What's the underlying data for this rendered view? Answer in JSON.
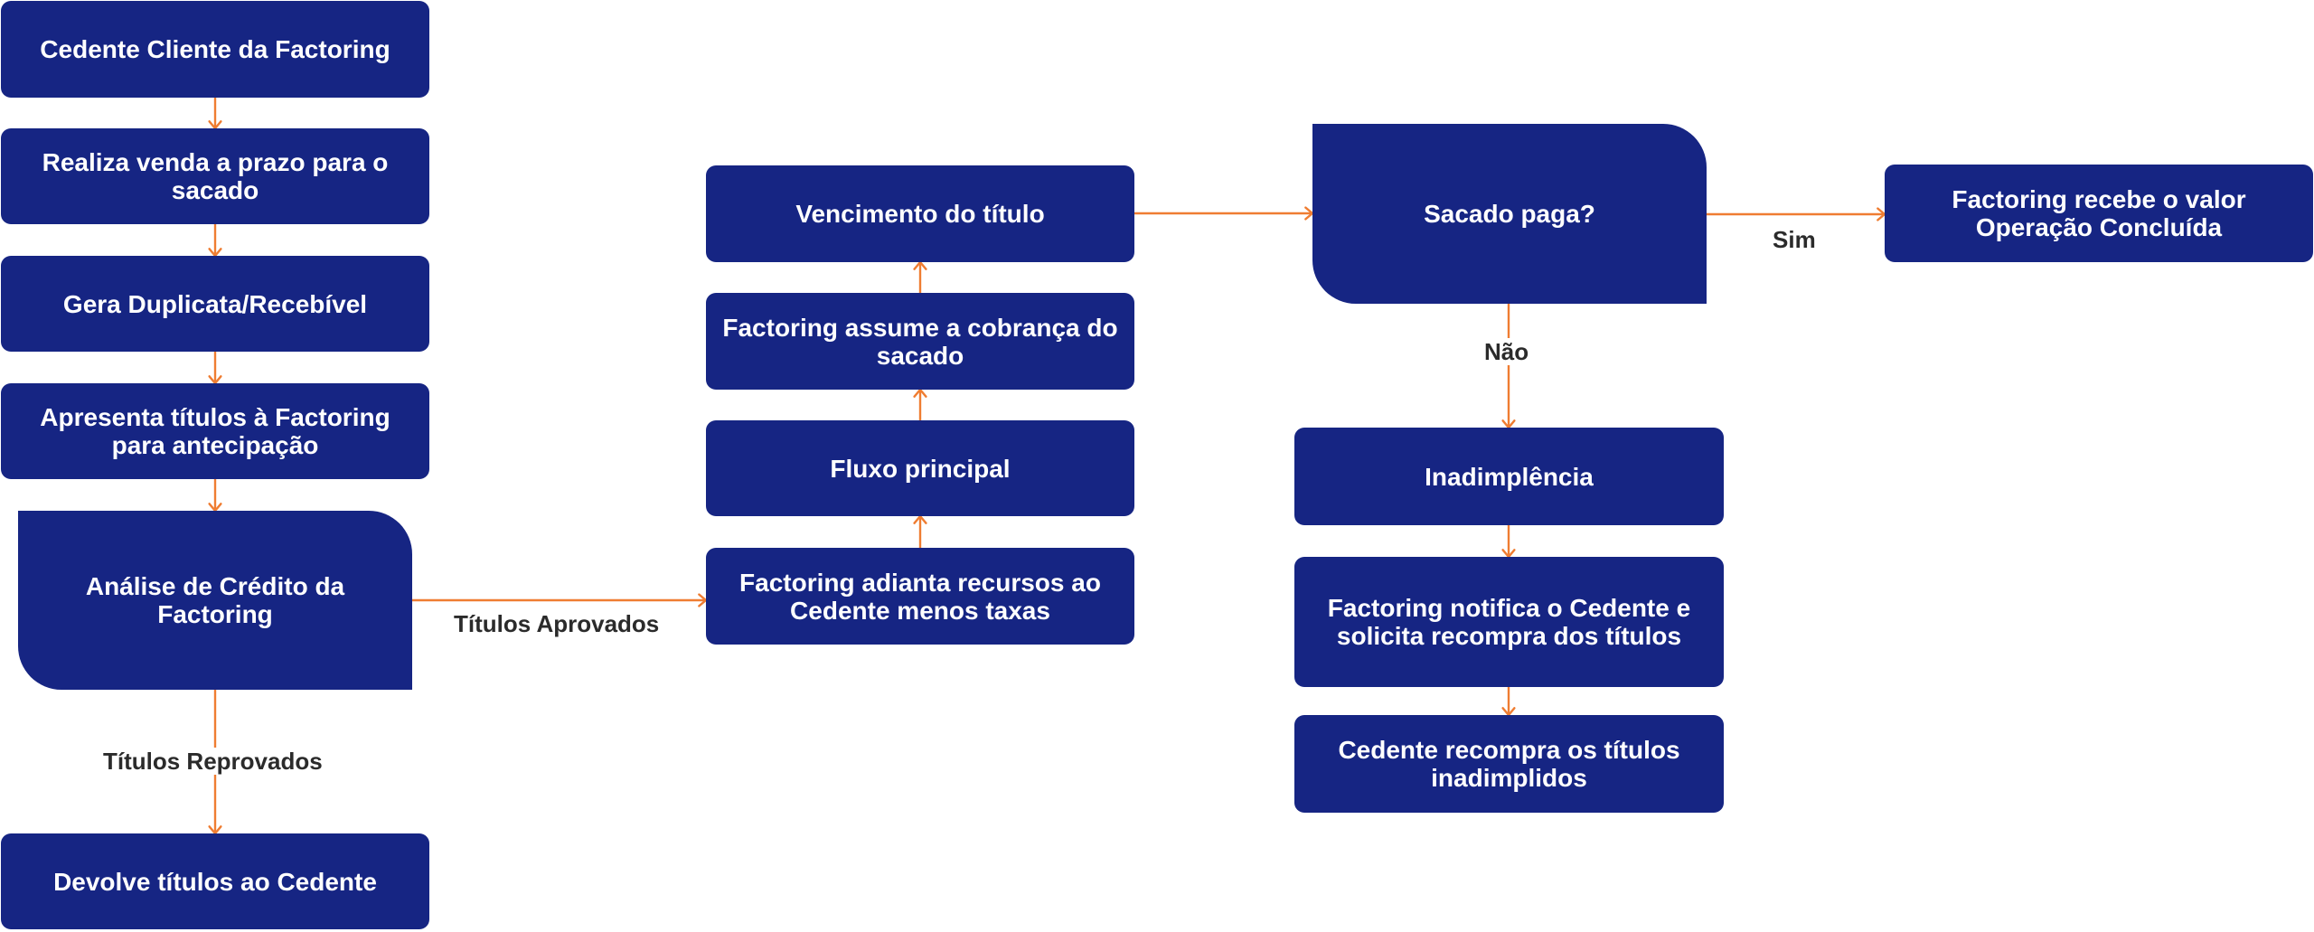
{
  "colors": {
    "box_fill": "#162583",
    "arrow": "#ef7d32",
    "text_on_box": "#ffffff",
    "label_text": "#2b2b2b",
    "background": "#ffffff"
  },
  "nodes": {
    "cedente_cliente": "Cedente Cliente da Factoring",
    "venda_prazo": "Realiza venda a prazo para o sacado",
    "gera_duplicata": "Gera Duplicata/Recebível",
    "apresenta_titulos": "Apresenta títulos à Factoring para antecipação",
    "analise_credito": "Análise de Crédito da Factoring",
    "devolve_titulos": "Devolve títulos ao Cedente",
    "adianta_recursos": "Factoring adianta recursos ao Cedente menos taxas",
    "fluxo_principal": "Fluxo principal",
    "assume_cobranca": "Factoring assume a cobrança do sacado",
    "vencimento": "Vencimento do título",
    "sacado_paga": "Sacado paga?",
    "recebe_valor": "Factoring recebe o valor Operação Concluída",
    "inadimplencia": "Inadimplência",
    "notifica_cedente": "Factoring notifica o Cedente e solicita recompra dos títulos",
    "recompra": "Cedente recompra os títulos inadimplidos"
  },
  "edge_labels": {
    "titulos_aprovados": "Títulos Aprovados",
    "titulos_reprovados": "Títulos Reprovados",
    "sim": "Sim",
    "nao": "Não"
  }
}
